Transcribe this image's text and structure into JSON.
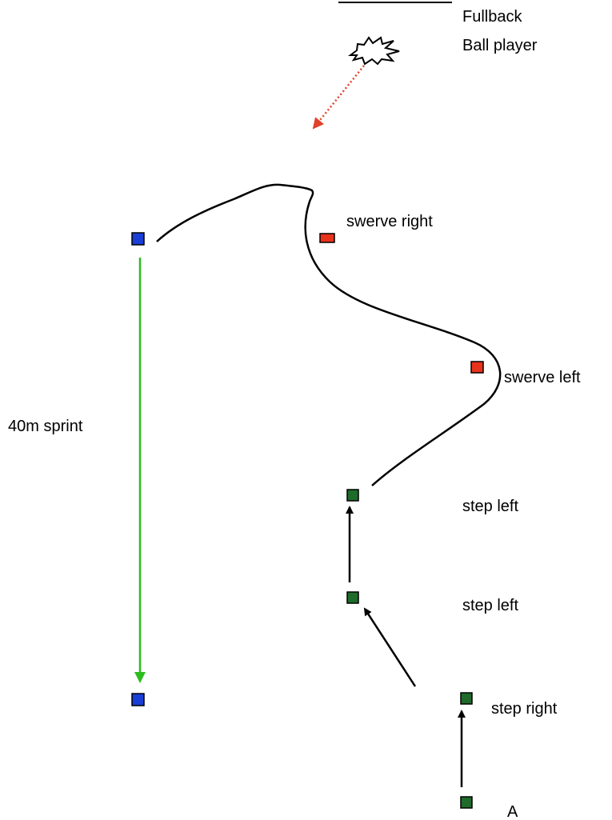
{
  "colors": {
    "blue_marker": "#1a3fd6",
    "red_marker": "#e8321c",
    "green_marker": "#1e6b2a",
    "sprint_arrow": "#2dbd1f",
    "pass_arrow": "#e0422a",
    "path": "#000000"
  },
  "labels": {
    "fullback": "Fullback",
    "ball_player": "Ball player",
    "swerve_right": "swerve right",
    "swerve_left": "swerve left",
    "sprint": "40m sprint",
    "step_left_1": "step left",
    "step_left_2": "step left",
    "step_right": "step right",
    "start": "A"
  },
  "icons": {
    "ball_player": "explosion-burst-icon"
  }
}
